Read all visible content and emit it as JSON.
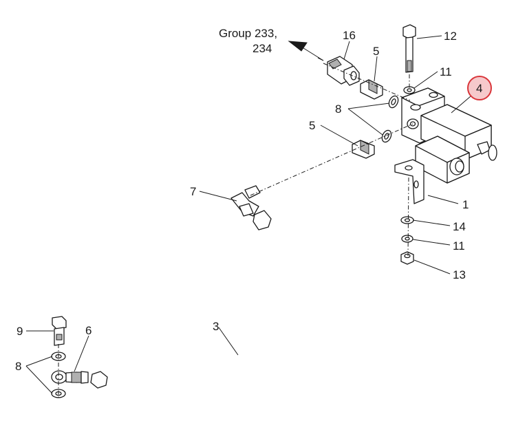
{
  "group_ref": {
    "line1": "Group 233,",
    "line2": "234"
  },
  "callouts": {
    "c16": "16",
    "c5a": "5",
    "c12": "12",
    "c11a": "11",
    "c4": "4",
    "c8a": "8",
    "c5b": "5",
    "c7": "7",
    "c1": "1",
    "c14": "14",
    "c11b": "11",
    "c13": "13",
    "c3": "3",
    "c9": "9",
    "c6": "6",
    "c8b": "8"
  },
  "colors": {
    "highlight_stroke": "#d9353a",
    "highlight_fill": "#f6c9cb",
    "line": "#1a1a1a"
  }
}
